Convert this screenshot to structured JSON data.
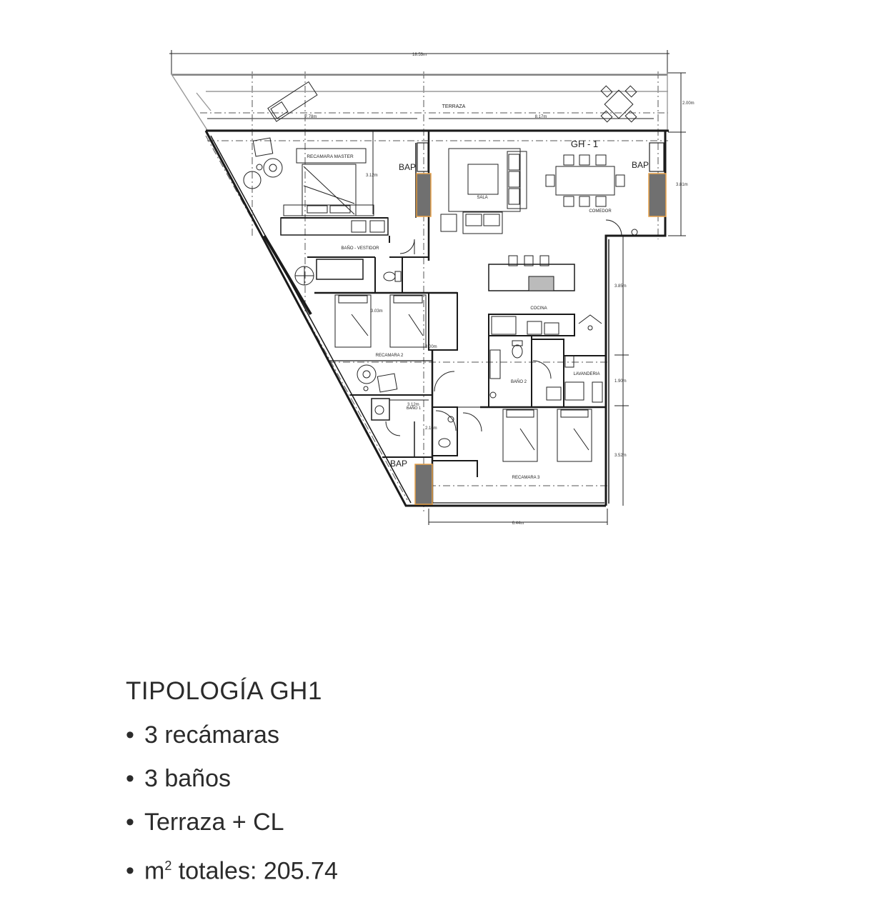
{
  "plan": {
    "unit_label": "GH - 1",
    "rooms": {
      "terraza": "TERRAZA",
      "recamara_master": "RECAMARA MASTER",
      "sala": "SALA",
      "comedor": "COMEDOR",
      "bano_vestidor": "BAÑO - VESTIDOR",
      "cocina": "COCINA",
      "recamara_2": "RECAMARA 2",
      "bano_2": "BAÑO 2",
      "lavanderia": "LAVANDERIA",
      "bano_1": "BAÑO 1",
      "recamara_3": "RECAMARA 3"
    },
    "bap": [
      "BAP",
      "BAP",
      "BAP"
    ],
    "dimensions": {
      "total_width": "18.53m",
      "terraza_left": "7.78m",
      "terraza_right": "8.17m",
      "right_top": "2.00m",
      "right_middle": "3.81m",
      "cocina_height": "3.85m",
      "lavanderia_height": "1.90m",
      "recamara3_height": "3.52m",
      "bottom_width": "6.44m",
      "master_inner": "3.12m",
      "rec2_inner": "3.03m",
      "rec2_side": "3.00m",
      "bano1_width": "3.12m",
      "bano1_height": "2.16m"
    },
    "colors": {
      "wall": "#1a1a1a",
      "column_fill": "#707070",
      "column_outline": "#e8a24a"
    }
  },
  "info": {
    "title": "TIPOLOGÍA GH1",
    "bullet": "•",
    "items": [
      {
        "text": "3 recámaras"
      },
      {
        "text": "3 baños"
      },
      {
        "text": "Terraza + CL"
      },
      {
        "prefix": "m",
        "sup": "2",
        "text": " totales: 205.74"
      }
    ]
  }
}
